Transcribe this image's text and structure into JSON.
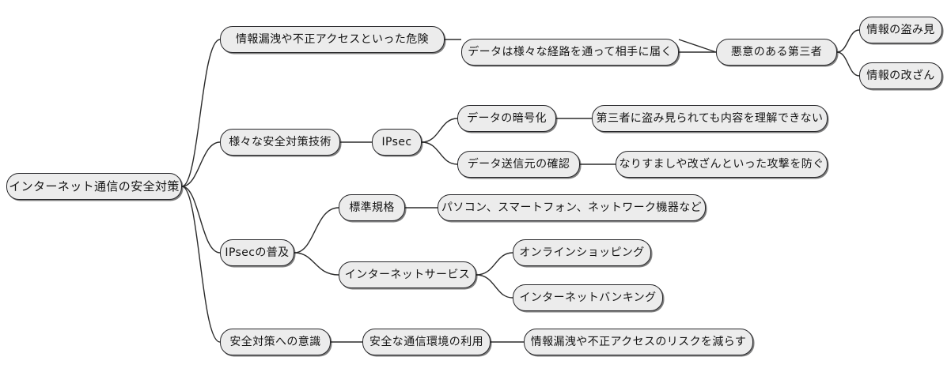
{
  "diagram": {
    "type": "mind-map",
    "orientation": "left-to-right",
    "background_color": "#ffffff",
    "node_fill_color": "#ececec",
    "node_border_color": "#27272a",
    "edge_color": "#2b2b2b",
    "title": "インターネット通信の安全対策"
  },
  "nodes": {
    "root": {
      "label": "インターネット通信の安全対策"
    },
    "b1": {
      "label": "情報漏洩や不正アクセスといった危険"
    },
    "b1c1": {
      "label": "データは様々な経路を通って相手に届く"
    },
    "b1c1c1": {
      "label": "悪意のある第三者"
    },
    "b1c1c1c1": {
      "label": "情報の盗み見"
    },
    "b1c1c1c2": {
      "label": "情報の改ざん"
    },
    "b2": {
      "label": "様々な安全対策技術"
    },
    "b2c1": {
      "label": "IPsec"
    },
    "b2c1c1": {
      "label": "データの暗号化"
    },
    "b2c1c1c1": {
      "label": "第三者に盗み見られても内容を理解できない"
    },
    "b2c1c2": {
      "label": "データ送信元の確認"
    },
    "b2c1c2c1": {
      "label": "なりすましや改ざんといった攻撃を防ぐ"
    },
    "b3": {
      "label": "IPsecの普及"
    },
    "b3c1": {
      "label": "標準規格"
    },
    "b3c1c1": {
      "label": "パソコン、スマートフォン、ネットワーク機器など"
    },
    "b3c2": {
      "label": "インターネットサービス"
    },
    "b3c2c1": {
      "label": "オンラインショッピング"
    },
    "b3c2c2": {
      "label": "インターネットバンキング"
    },
    "b4": {
      "label": "安全対策への意識"
    },
    "b4c1": {
      "label": "安全な通信環境の利用"
    },
    "b4c1c1": {
      "label": "情報漏洩や不正アクセスのリスクを減らす"
    }
  }
}
